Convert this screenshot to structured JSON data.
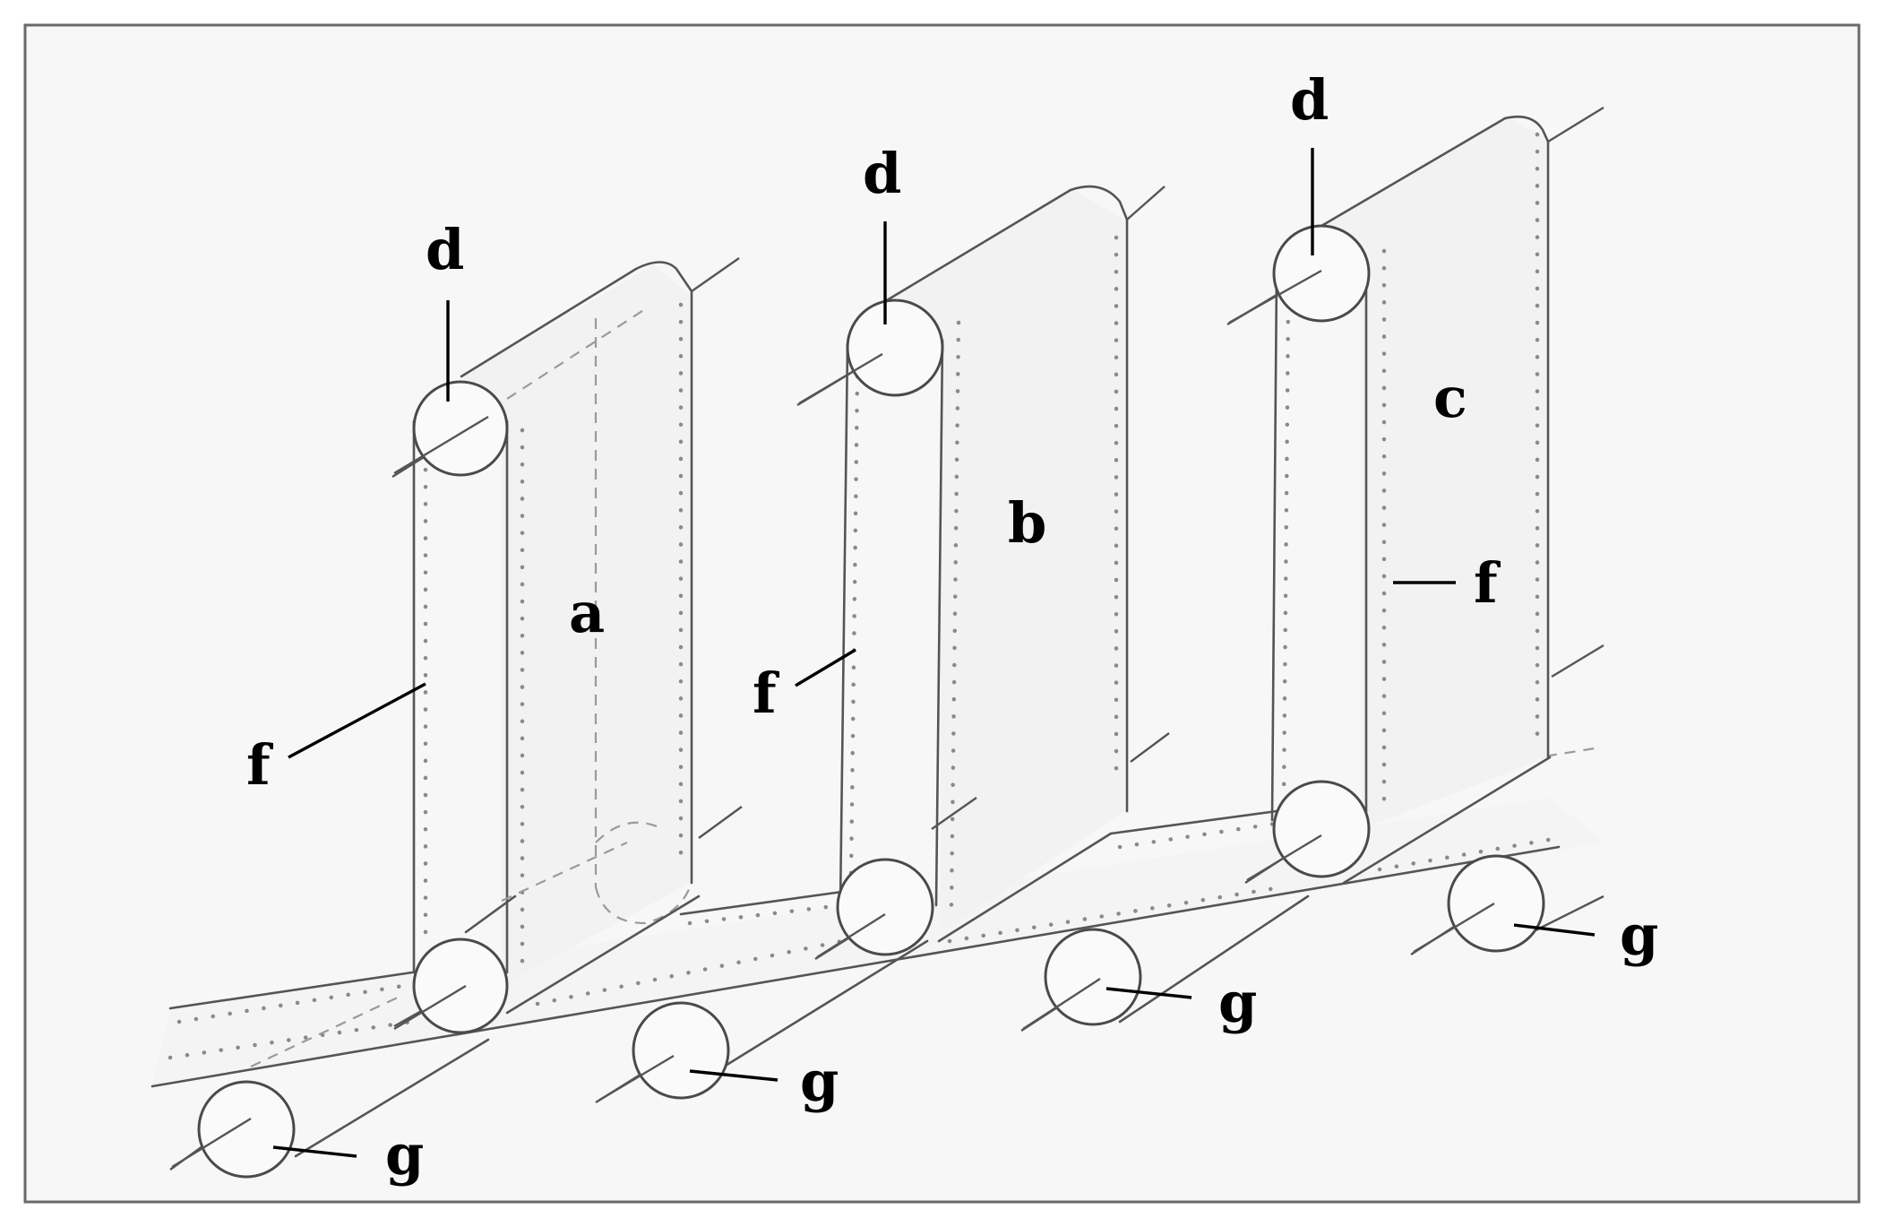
{
  "labels": {
    "a": "a",
    "b": "b",
    "c": "c",
    "d": "d",
    "f": "f",
    "g": "g"
  },
  "colors": {
    "line": "#555555",
    "frame": "#6a6a6a",
    "background": "#f7f7f7",
    "label": "#000000"
  }
}
